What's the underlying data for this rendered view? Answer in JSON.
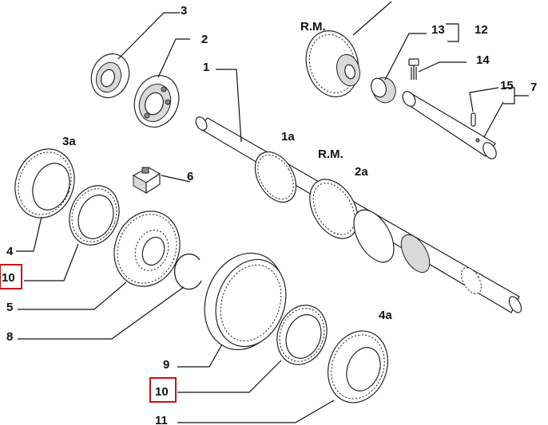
{
  "diagram": {
    "labels": {
      "l3": "3",
      "l2": "2",
      "l1": "1",
      "rm_top": "R.M.",
      "l13": "13",
      "l12": "12",
      "l14": "14",
      "l15": "15",
      "l7": "7",
      "l3a": "3a",
      "l1a": "1a",
      "rm_mid": "R.M.",
      "l2a": "2a",
      "l6": "6",
      "l4": "4",
      "l10_left": "10",
      "l5": "5",
      "l8": "8",
      "l9": "9",
      "l4a": "4a",
      "l10_bottom": "10",
      "l11": "11"
    },
    "highlight_color": "#cc1111"
  }
}
